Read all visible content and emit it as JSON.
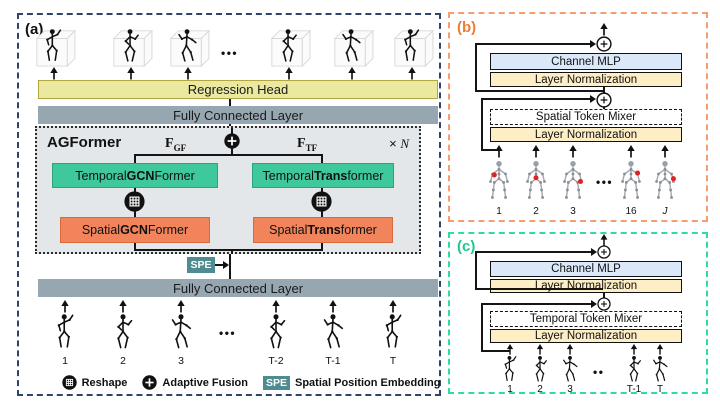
{
  "panel_a": {
    "tag": "(a)",
    "regression_head": "Regression Head",
    "fc_top": "Fully Connected Layer",
    "fc_bottom": "Fully Connected Layer",
    "agformer": {
      "title": "AGFormer",
      "fgf": {
        "base": "F",
        "sub": "GF"
      },
      "ftf": {
        "base": "F",
        "sub": "TF"
      },
      "times": "×",
      "n": "N",
      "temporal_gcnformer": {
        "pre": "Temporal ",
        "bold": "GCN",
        "post": "Former"
      },
      "temporal_transformer": {
        "pre": "Temporal ",
        "bold": "Trans",
        "post": "former"
      },
      "spatial_gcnformer": {
        "pre": "Spatial ",
        "bold": "GCN",
        "post": "Former"
      },
      "spatial_transformer": {
        "pre": "Spatial ",
        "bold": "Trans",
        "post": "former"
      }
    },
    "spe": "SPE",
    "ellipsis_top": "•••",
    "ellipsis_bottom": "•••",
    "input_labels": [
      "1",
      "2",
      "3",
      "T-2",
      "T-1",
      "T"
    ],
    "legend": {
      "reshape": "Reshape",
      "adaptive_fusion": "Adaptive Fusion",
      "spe": "SPE",
      "spe_label": "Spatial Position Embedding"
    }
  },
  "panel_b": {
    "tag": "(b)",
    "channel_mlp": "Channel MLP",
    "layer_norm_upper": "Layer Normalization",
    "token_mixer": "Spatial Token Mixer",
    "layer_norm_lower": "Layer Normalization",
    "ellipsis": "•••",
    "joint_labels": [
      "1",
      "2",
      "3",
      "16",
      "J"
    ]
  },
  "panel_c": {
    "tag": "(c)",
    "channel_mlp": "Channel MLP",
    "layer_norm_upper": "Layer Normalization",
    "token_mixer": "Temporal Token Mixer",
    "layer_norm_lower": "Layer Normalization",
    "ellipsis": "••",
    "frame_labels": [
      "1",
      "2",
      "3",
      "T-1",
      "T"
    ]
  },
  "icons": {
    "reshape": "reshape-grid-icon",
    "adaptive_fusion": "plus-circle-icon",
    "residual_add": "plus-circle-outline-icon",
    "arrow": "arrow-up-icon",
    "skeleton": "skeleton-pose-icon",
    "red_joint": "highlighted-joint-dot"
  },
  "colors": {
    "panel_a_border": "#2e4468",
    "panel_b_border": "#f59d70",
    "panel_c_border": "#2edc9b",
    "label_b": "#ed7d31",
    "label_c": "#1fc98c",
    "regression_fill": "#ebe8a0",
    "regression_border": "#b3a642",
    "fc_fill": "#97a7b1",
    "agformer_fill": "#e3e7e9",
    "green_fill": "#3fc89b",
    "orange_fill": "#f2845c",
    "spe_fill": "#4e8c91",
    "channel_mlp_fill": "#dbe8fa",
    "layer_norm_fill": "#fdeec6",
    "red_joint": "#e02222"
  }
}
